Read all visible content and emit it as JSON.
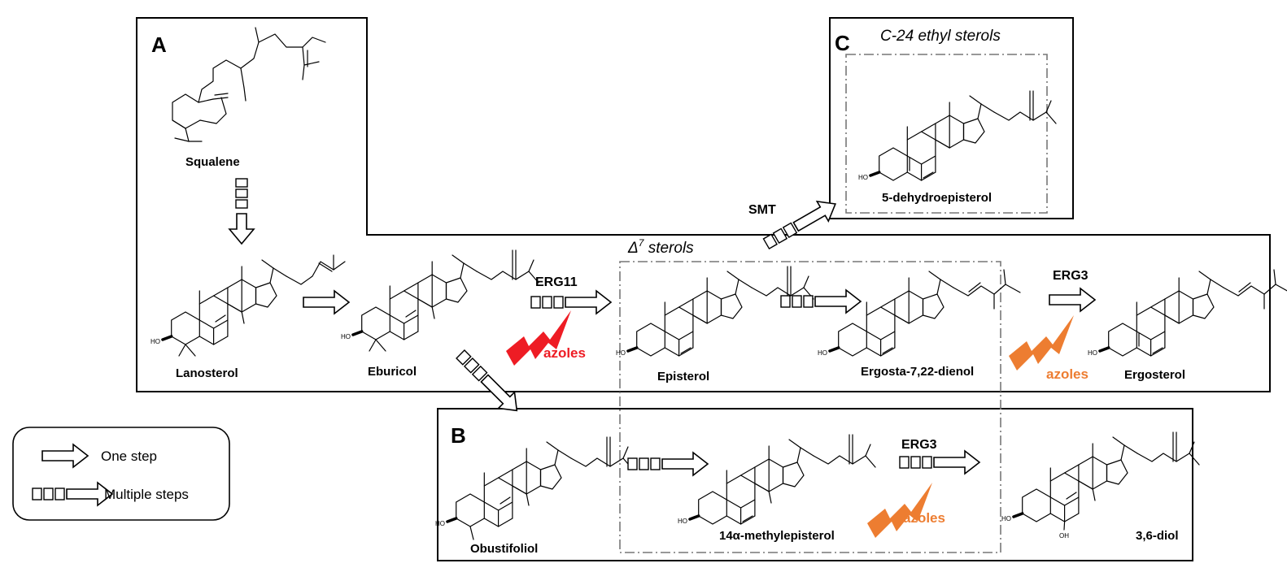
{
  "diagram": {
    "panels": {
      "a": "A",
      "b": "B",
      "c": "C"
    },
    "group_labels": {
      "c24": "C-24 ethyl sterols",
      "delta7_symbol": "Δ",
      "delta7_sup": "7",
      "delta7_text": " sterols"
    },
    "compounds": {
      "squalene": "Squalene",
      "lanosterol": "Lanosterol",
      "eburicol": "Eburicol",
      "episterol": "Episterol",
      "ergosta": "Ergosta-7,22-dienol",
      "ergosterol": "Ergosterol",
      "dehydroepisterol": "5-dehydroepisterol",
      "obustifoliol": "Obustifoliol",
      "methylepisterol": "14α-methylepisterol",
      "diol": "3,6-diol"
    },
    "enzymes": {
      "erg11": "ERG11",
      "erg3_top": "ERG3",
      "erg3_b": "ERG3",
      "smt": "SMT"
    },
    "inhibitor": {
      "azoles_red": "azoles",
      "azoles_orange_top": "azoles",
      "azoles_orange_b": "azoles"
    },
    "atom_labels": {
      "ho": "HO",
      "oh": "OH"
    },
    "legend": {
      "one_step": "One step",
      "multiple_steps": "Multiple steps"
    },
    "colors": {
      "azole_red": "#ee1c24",
      "azole_orange": "#ed7d31",
      "outline": "#000000",
      "dashdot": "#777777"
    }
  }
}
